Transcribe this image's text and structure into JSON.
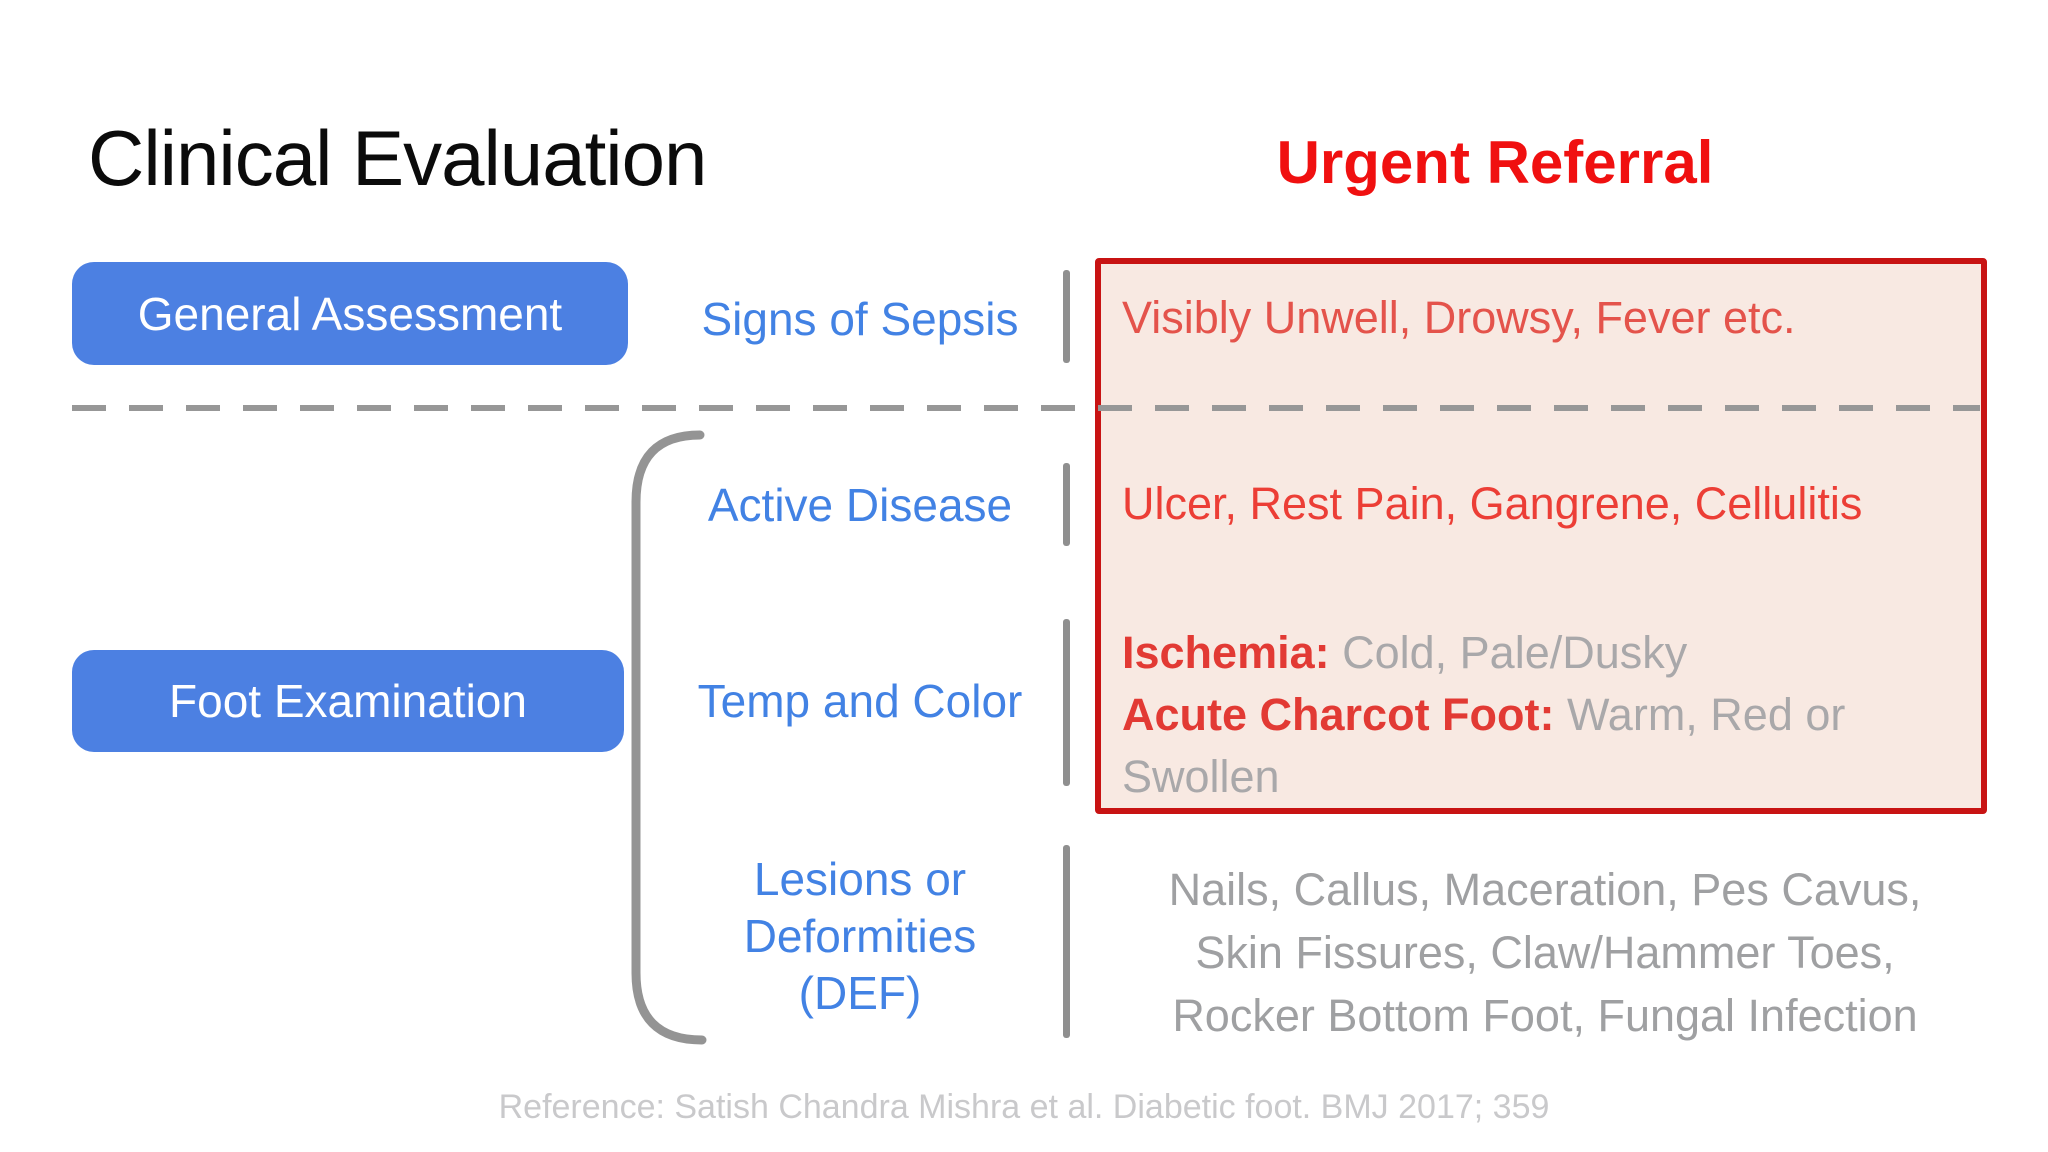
{
  "slide": {
    "title": "Clinical Evaluation",
    "urgent_header": "Urgent Referral",
    "reference": "Reference: Satish Chandra Mishra et al. Diabetic foot. BMJ 2017; 359"
  },
  "assessment": {
    "general_label": "General Assessment",
    "foot_label": "Foot Examination"
  },
  "checks": {
    "sepsis_label": "Signs of Sepsis",
    "active_label": "Active Disease",
    "temp_label": "Temp and Color",
    "lesions_label_line1": "Lesions or",
    "lesions_label_line2": "Deformities",
    "lesions_label_line3": "(DEF)"
  },
  "findings": {
    "sepsis": "Visibly Unwell, Drowsy, Fever etc.",
    "active": "Ulcer, Rest Pain, Gangrene, Cellulitis",
    "ischemia_term": "Ischemia:",
    "ischemia_desc": " Cold, Pale/Dusky",
    "charcot_term": "Acute Charcot Foot:",
    "charcot_desc": " Warm, Red or",
    "charcot_desc_wrap": "Swollen",
    "lesions_line1": "Nails, Callus, Maceration, Pes Cavus,",
    "lesions_line2": "Skin Fissures, Claw/Hammer Toes,",
    "lesions_line3": "Rocker Bottom Foot, Fungal Infection"
  },
  "colors": {
    "category_blue": "#4c80e2",
    "label_blue": "#4282e4",
    "urgent_red": "#f01010",
    "box_border_red": "#c81313",
    "box_fill_pink": "#f8e9e2",
    "finding_red_soft": "#e4534b",
    "finding_red_bright": "#ec3e36",
    "term_red_bold": "#e23a34",
    "muted_gray": "#a9a8aa",
    "list_gray": "#9fa0a2",
    "divider_gray": "#8f8f8f",
    "reference_gray": "#c9c9cb"
  }
}
